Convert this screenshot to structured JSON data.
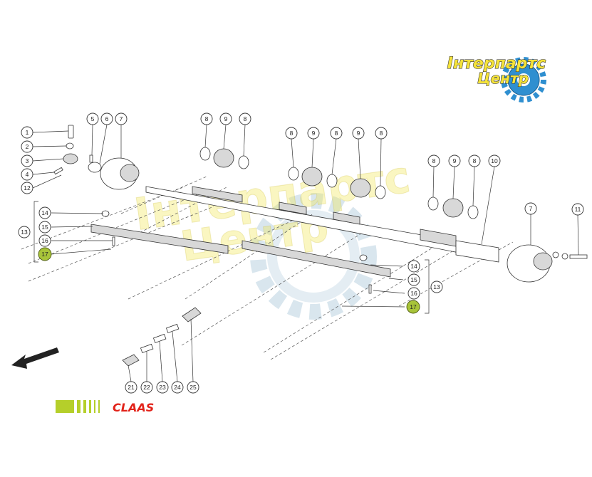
{
  "logo": {
    "line1": "Інтерпартс",
    "line2": "Центр"
  },
  "watermark": {
    "line1": "Інтерпартс",
    "line2": "Центр"
  },
  "brand": {
    "name": "CLAAS",
    "color": "#e2231a",
    "stripe_color": "#b5cf2a"
  },
  "highlight_color": "#a8c43a",
  "callouts": {
    "c1": "1",
    "c2": "2",
    "c3": "3",
    "c4": "4",
    "c12": "12",
    "c5": "5",
    "c6": "6",
    "c7a": "7",
    "c8a": "8",
    "c9a": "9",
    "c8b": "8",
    "c8c": "8",
    "c9b": "9",
    "c8d": "8",
    "c9c": "9",
    "c8e": "8",
    "c8f": "8",
    "c9d": "9",
    "c8g": "8",
    "c10": "10",
    "c7b": "7",
    "c11": "11",
    "c13a": "13",
    "c14a": "14",
    "c15a": "15",
    "c16a": "16",
    "c17a": "17",
    "c13b": "13",
    "c14b": "14",
    "c15b": "15",
    "c16b": "16",
    "c17b": "17",
    "c21": "21",
    "c22": "22",
    "c23": "23",
    "c24": "24",
    "c25": "25"
  }
}
